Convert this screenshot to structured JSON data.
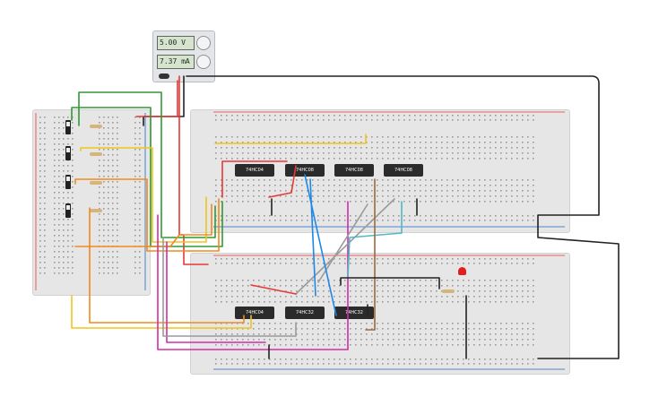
{
  "power_supply": {
    "voltage": "5.00 V",
    "current": "7.37 mA"
  },
  "chips": {
    "top": [
      "74HC04",
      "74HC08",
      "74HC08",
      "74HC08"
    ],
    "bottom": [
      "74HC04",
      "74HC32",
      "74HC32"
    ]
  },
  "colors": {
    "breadboard": "#e6e6e6",
    "wire_red": "#e53935",
    "wire_green": "#2e9a35",
    "wire_yellow": "#f0c419",
    "wire_orange": "#f08a1c",
    "wire_blue": "#1e88e5",
    "wire_cyan": "#4fb8c7",
    "wire_magenta": "#d02ea8",
    "wire_gray": "#9a9a9a",
    "wire_black": "#222222",
    "wire_brown": "#9b6a3c",
    "led": "#e02020"
  }
}
